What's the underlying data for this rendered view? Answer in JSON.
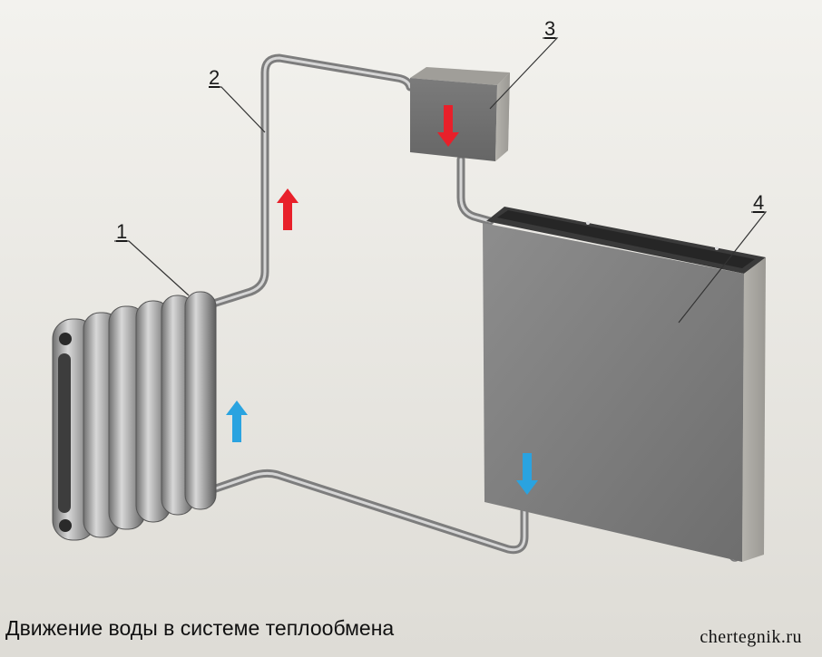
{
  "labels": {
    "radiator": "1",
    "pipe": "2",
    "expansion_tank": "3",
    "water_tank": "4"
  },
  "caption": "Движение воды в системе теплообмена",
  "watermark": "chertegnik.ru",
  "colors": {
    "hot_arrow": "#e8202a",
    "cold_arrow": "#2aa3e0",
    "background": "#ecebe7"
  }
}
